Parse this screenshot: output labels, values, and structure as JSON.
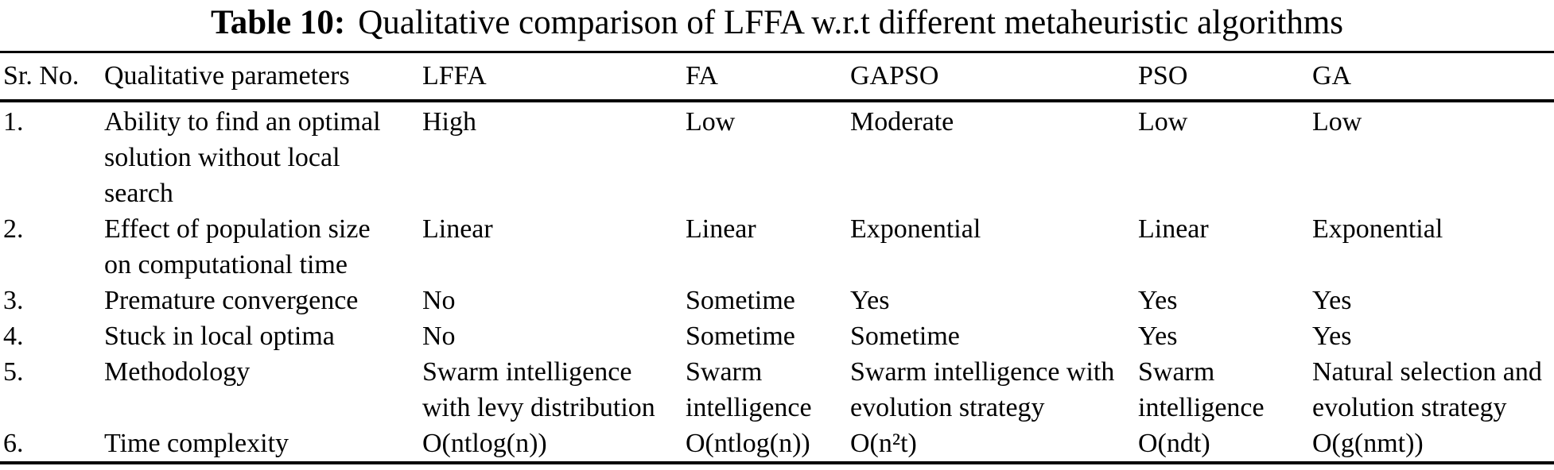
{
  "title": {
    "label": "Table 10:",
    "text": "Qualitative comparison of LFFA w.r.t different metaheuristic algorithms"
  },
  "table": {
    "columns": [
      "Sr. No.",
      "Qualitative parameters",
      "LFFA",
      "FA",
      "GAPSO",
      "PSO",
      "GA"
    ],
    "rows": [
      {
        "sr": "1.",
        "parameter": "Ability to find an optimal\nsolution without local\nsearch",
        "lffa": "High",
        "fa": "Low",
        "gapso": "Moderate",
        "pso": "Low",
        "ga": "Low"
      },
      {
        "sr": "2.",
        "parameter": "Effect of population size\non computational time",
        "lffa": "Linear",
        "fa": "Linear",
        "gapso": "Exponential",
        "pso": "Linear",
        "ga": "Exponential"
      },
      {
        "sr": "3.",
        "parameter": "Premature convergence",
        "lffa": "No",
        "fa": "Sometime",
        "gapso": "Yes",
        "pso": "Yes",
        "ga": "Yes"
      },
      {
        "sr": "4.",
        "parameter": "Stuck in local optima",
        "lffa": "No",
        "fa": "Sometime",
        "gapso": "Sometime",
        "pso": "Yes",
        "ga": "Yes"
      },
      {
        "sr": "5.",
        "parameter": "Methodology",
        "lffa": "Swarm intelligence\nwith levy distribution",
        "fa": "Swarm\nintelligence",
        "gapso": "Swarm intelligence with\nevolution strategy",
        "pso": "Swarm\nintelligence",
        "ga": "Natural selection and\nevolution strategy"
      },
      {
        "sr": "6.",
        "parameter": "Time complexity",
        "lffa": "O(ntlog(n))",
        "fa": "O(ntlog(n))",
        "gapso": "O(n²t)",
        "pso": "O(ndt)",
        "ga": "O(g(nmt))"
      }
    ]
  },
  "colors": {
    "text": "#000000",
    "background": "#ffffff",
    "rule": "#000000"
  }
}
